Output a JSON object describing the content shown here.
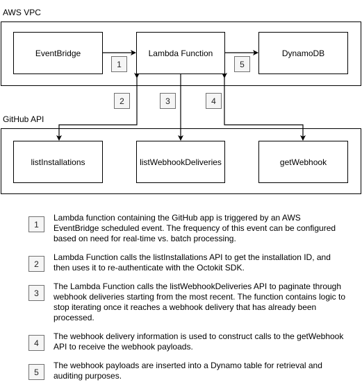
{
  "groups": {
    "vpc": "AWS VPC",
    "github": "GitHub API"
  },
  "nodes": {
    "eventbridge": "EventBridge",
    "lambda": "Lambda Function",
    "dynamodb": "DynamoDB",
    "list_installations": "listInstallations",
    "list_webhook_deliveries": "listWebhookDeliveries",
    "get_webhook": "getWebhook"
  },
  "steps": [
    "1",
    "2",
    "3",
    "4",
    "5"
  ],
  "legend": [
    {
      "num": "1",
      "text": "Lambda function containing the GitHub app is triggered by an AWS EventBridge scheduled event. The frequency of this event can be configured based on need for real-time vs. batch processing."
    },
    {
      "num": "2",
      "text": "Lambda Function calls the listInstallations API to get the installation ID, and then uses it to re-authenticate with the Octokit SDK."
    },
    {
      "num": "3",
      "text": "The Lambda Function calls the listWebhookDeliveries API to paginate through webhook deliveries starting from the most recent. The function contains logic to stop iterating once it reaches a webhook delivery that has already been processed."
    },
    {
      "num": "4",
      "text": "The webhook delivery information is used to construct calls to the getWebhook API to receive the webhook payloads."
    },
    {
      "num": "5",
      "text": "The webhook payloads are inserted into a Dynamo table for retrieval and auditing purposes."
    }
  ]
}
